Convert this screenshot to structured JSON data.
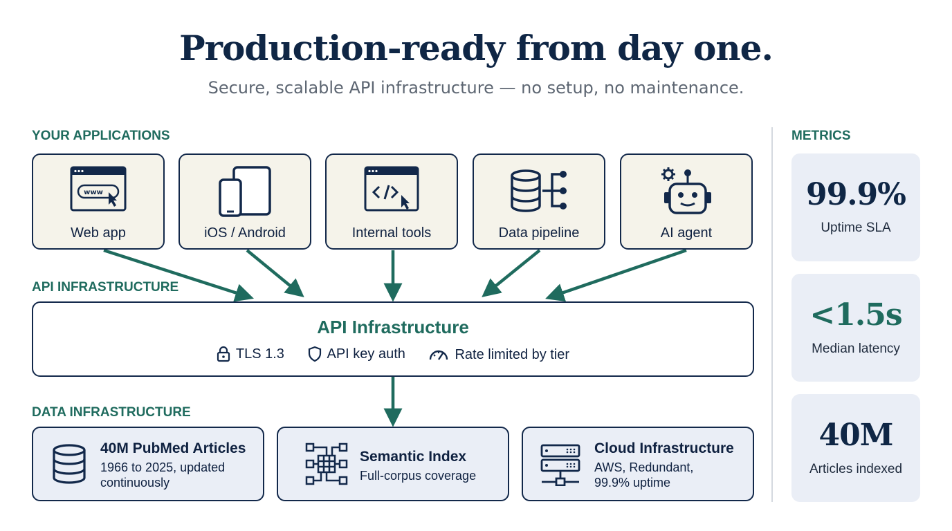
{
  "header": {
    "title": "Production-ready from day one.",
    "subtitle": "Secure, scalable API infrastructure — no setup, no maintenance."
  },
  "sections": {
    "applications": "YOUR APPLICATIONS",
    "api": "API INFRASTRUCTURE",
    "data": "DATA INFRASTRUCTURE",
    "metrics": "METRICS"
  },
  "applications": [
    {
      "label": "Web app",
      "icon": "browser-www-icon"
    },
    {
      "label": "iOS / Android",
      "icon": "mobile-tablet-icon"
    },
    {
      "label": "Internal tools",
      "icon": "code-window-icon"
    },
    {
      "label": "Data pipeline",
      "icon": "database-pipeline-icon"
    },
    {
      "label": "AI agent",
      "icon": "robot-icon"
    }
  ],
  "api_box": {
    "title": "API Infrastructure",
    "features": [
      {
        "label": "TLS 1.3",
        "icon": "lock-icon"
      },
      {
        "label": "API key auth",
        "icon": "shield-icon"
      },
      {
        "label": "Rate limited by tier",
        "icon": "gauge-icon"
      }
    ]
  },
  "data_sources": [
    {
      "title": "40M PubMed Articles",
      "desc_lines": [
        "1966 to 2025, updated",
        "continuously"
      ],
      "icon": "database-icon"
    },
    {
      "title": "Semantic Index",
      "desc_lines": [
        "Full-corpus coverage"
      ],
      "icon": "network-grid-icon"
    },
    {
      "title": "Cloud Infrastructure",
      "desc_lines": [
        "AWS, Redundant,",
        "99.9% uptime"
      ],
      "icon": "server-icon"
    }
  ],
  "metrics": [
    {
      "value": "99.9%",
      "label": "Uptime SLA",
      "color": "#0f2645"
    },
    {
      "value": "<1.5s",
      "label": "Median latency",
      "color": "#1f6b5e"
    },
    {
      "value": "40M",
      "label": "Articles indexed",
      "color": "#0f2645"
    }
  ],
  "colors": {
    "navy": "#12284a",
    "teal": "#1f6b5e",
    "card_bg": "#f5f3ea",
    "panel_bg": "#eaeef6"
  }
}
